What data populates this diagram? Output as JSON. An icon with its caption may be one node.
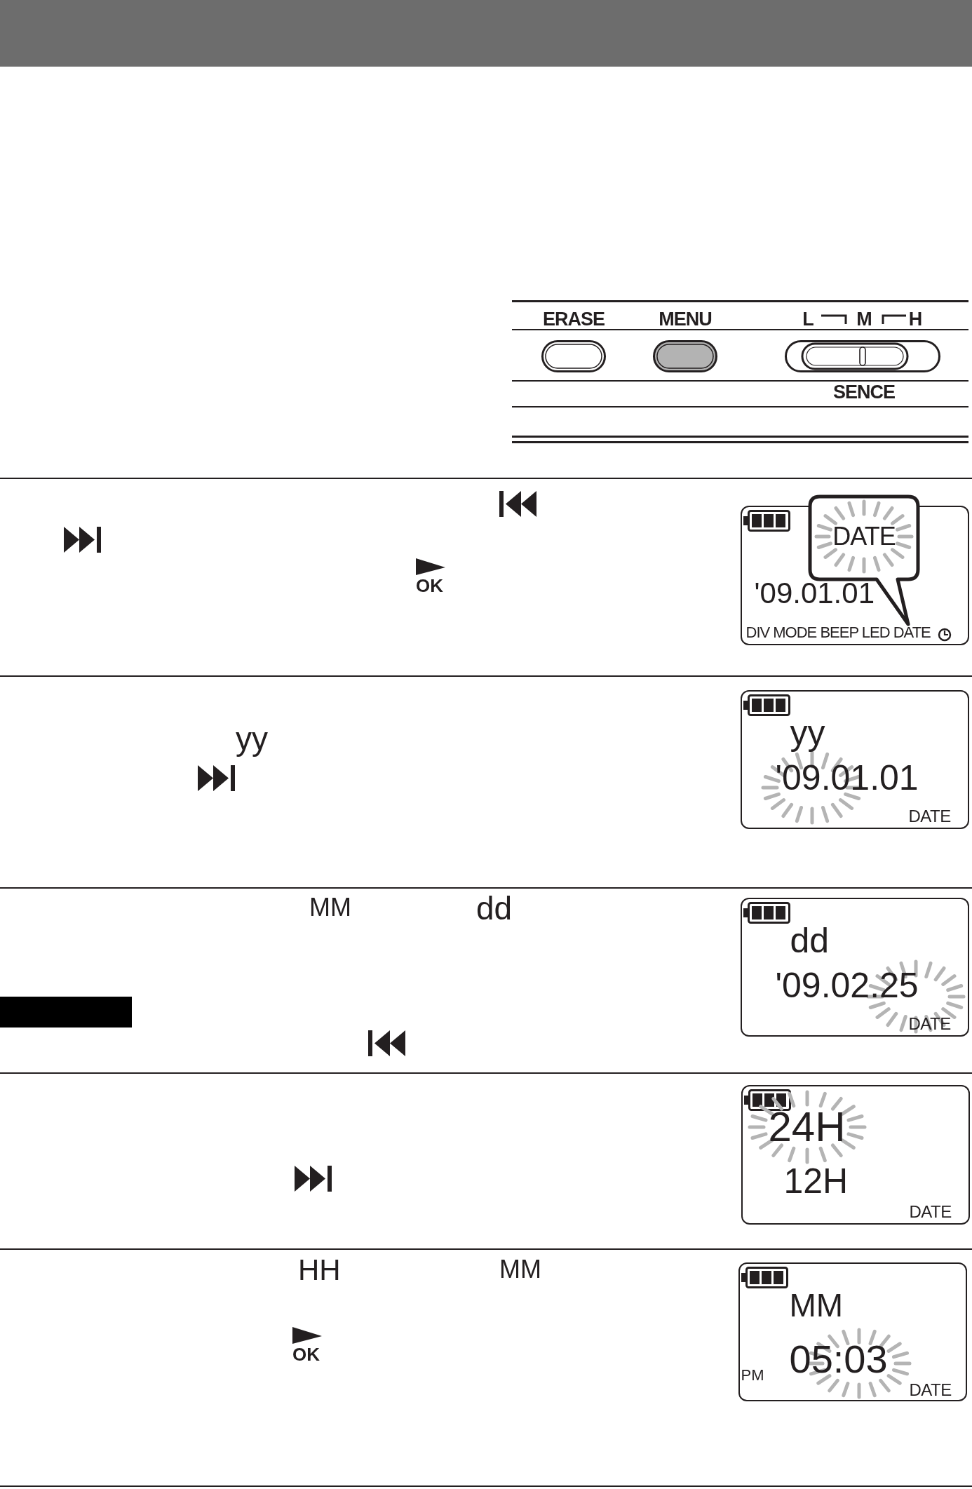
{
  "diagram": {
    "nodes": [
      {
        "text": [
          "ERASE"
        ]
      },
      {
        "text": [
          "MENU"
        ]
      },
      {
        "text": [
          "L",
          "M",
          "H",
          "SENCE"
        ]
      },
      {
        "text": [
          "'09.01.01",
          "DIV MODE BEEP LED DATE"
        ]
      },
      {
        "text": [
          "DATE"
        ]
      },
      {
        "text": [
          "yy",
          "'09.01.01",
          "DATE"
        ]
      },
      {
        "text": [
          "dd",
          "'09.02.25",
          "DATE"
        ]
      },
      {
        "text": [],
        "shape": "bar"
      },
      {
        "text": [
          "24H",
          "12H",
          "DATE"
        ]
      },
      {
        "text": [
          "MM",
          "PM",
          "05:03",
          "DATE"
        ]
      }
    ],
    "labels": [
      "OK",
      "yy",
      "MM",
      "dd",
      "HH",
      "MM",
      "OK"
    ]
  }
}
